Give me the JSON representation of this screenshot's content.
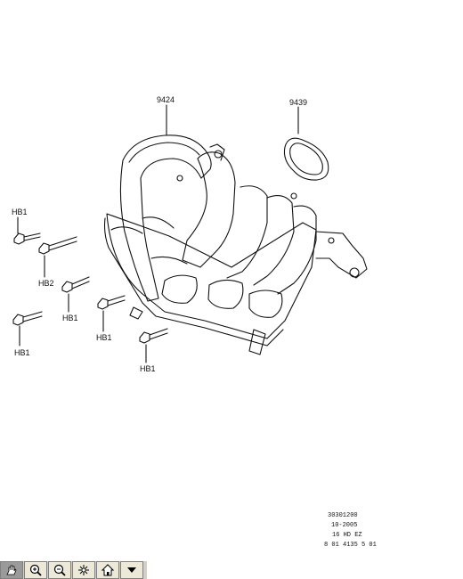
{
  "diagram": {
    "parts": {
      "manifold": "9424",
      "gasket": "9439",
      "bolt_a": "HB1",
      "bolt_b": "HB2",
      "bolt_c": "HB1",
      "bolt_d": "HB1",
      "bolt_e": "HB1",
      "bolt_f": "HB1"
    },
    "reference": {
      "line1": "30301200",
      "line2": "10-2005",
      "line3": "16 HD EZ",
      "line4": "8 01 4135 5 01"
    }
  },
  "toolbar": {
    "buttons": [
      {
        "icon": "pan-hand-icon",
        "active": true
      },
      {
        "icon": "zoom-in-icon",
        "active": false
      },
      {
        "icon": "zoom-out-icon",
        "active": false
      },
      {
        "icon": "fit-sparkle-icon",
        "active": false
      },
      {
        "icon": "home-icon",
        "active": false
      },
      {
        "icon": "dropdown-arrow-icon",
        "active": false
      }
    ]
  }
}
